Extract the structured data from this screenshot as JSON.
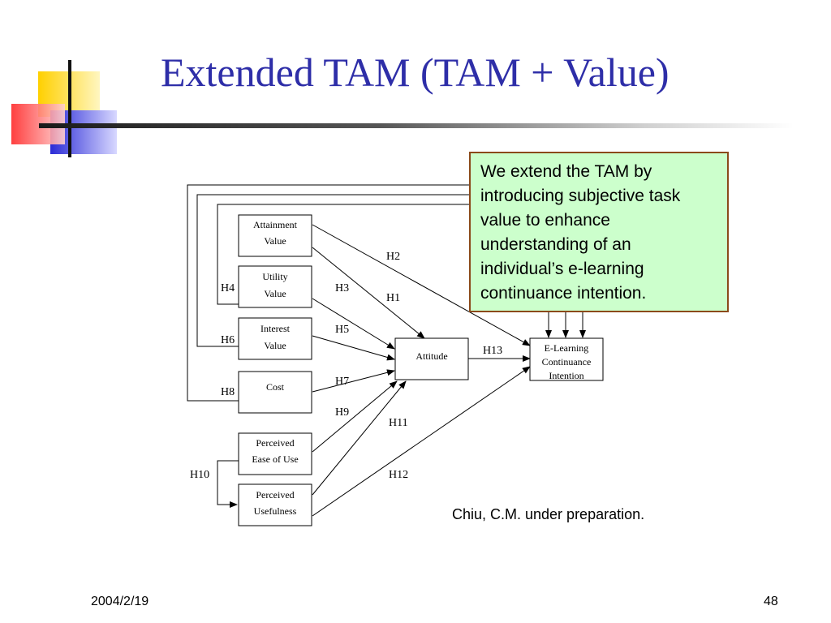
{
  "slide": {
    "title": "Extended TAM (TAM + Value)",
    "date": "2004/2/19",
    "page_number": "48",
    "citation": "Chiu, C.M. under preparation."
  },
  "note": {
    "text": "We extend the TAM by introducing subjective task value to enhance understanding of an individual’s e-learning continuance intention."
  },
  "diagram": {
    "boxes": {
      "attainment": [
        "Attainment",
        "Value"
      ],
      "utility": [
        "Utility",
        "Value"
      ],
      "interest": [
        "Interest",
        "Value"
      ],
      "cost": [
        "Cost"
      ],
      "peou": [
        "Perceived",
        "Ease of Use"
      ],
      "pu": [
        "Perceived",
        "Usefulness"
      ],
      "attitude": [
        "Attitude"
      ],
      "intention": [
        "E-Learning",
        "Continuance",
        "Intention"
      ]
    },
    "hypotheses": [
      "H1",
      "H2",
      "H3",
      "H4",
      "H5",
      "H6",
      "H7",
      "H8",
      "H9",
      "H10",
      "H11",
      "H12",
      "H13"
    ]
  },
  "colors": {
    "title": "#2e2ea8",
    "note_background": "#ccffcc",
    "note_border": "#8b4a1a"
  }
}
